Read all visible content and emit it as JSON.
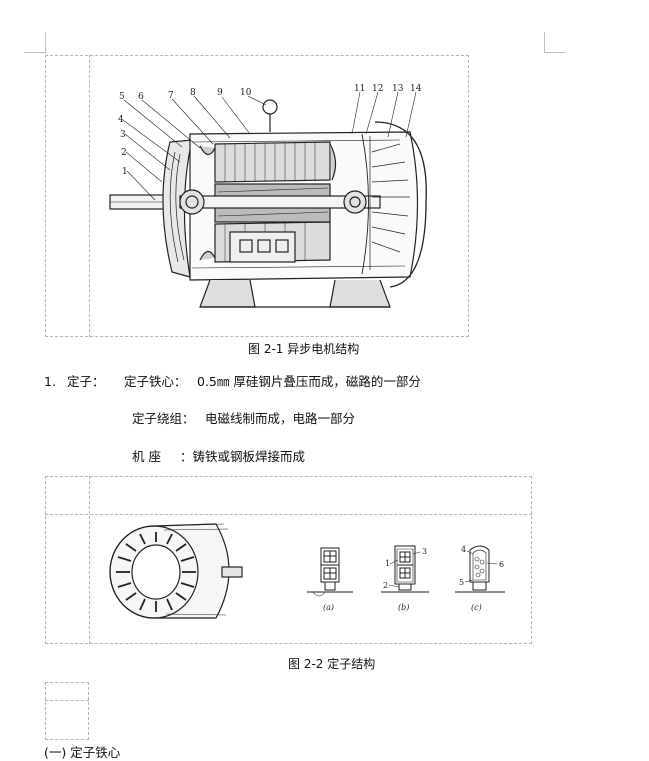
{
  "figure1": {
    "callouts": [
      "1",
      "2",
      "3",
      "4",
      "5",
      "6",
      "7",
      "8",
      "9",
      "10",
      "11",
      "12",
      "13",
      "14"
    ],
    "caption": "图 2-1 异步电机结构"
  },
  "stator": {
    "item_number": "1.",
    "title": "定子：",
    "core_label": "定子铁心：",
    "core_desc": "0.5㎜ 厚硅钢片叠压而成，磁路的一部分",
    "winding_label": "定子绕组：",
    "winding_desc": "电磁线制而成，电路一部分",
    "frame_label": "机 座",
    "frame_desc": "：铸铁或钢板焊接而成"
  },
  "figure2": {
    "slot_labels": [
      "1",
      "2",
      "3",
      "4",
      "5",
      "6"
    ],
    "subfigure_labels": [
      "(a)",
      "(b)",
      "(c)"
    ],
    "caption": "图 2-2 定子结构"
  },
  "footer": {
    "partial_text": "(一) 定子铁心"
  }
}
